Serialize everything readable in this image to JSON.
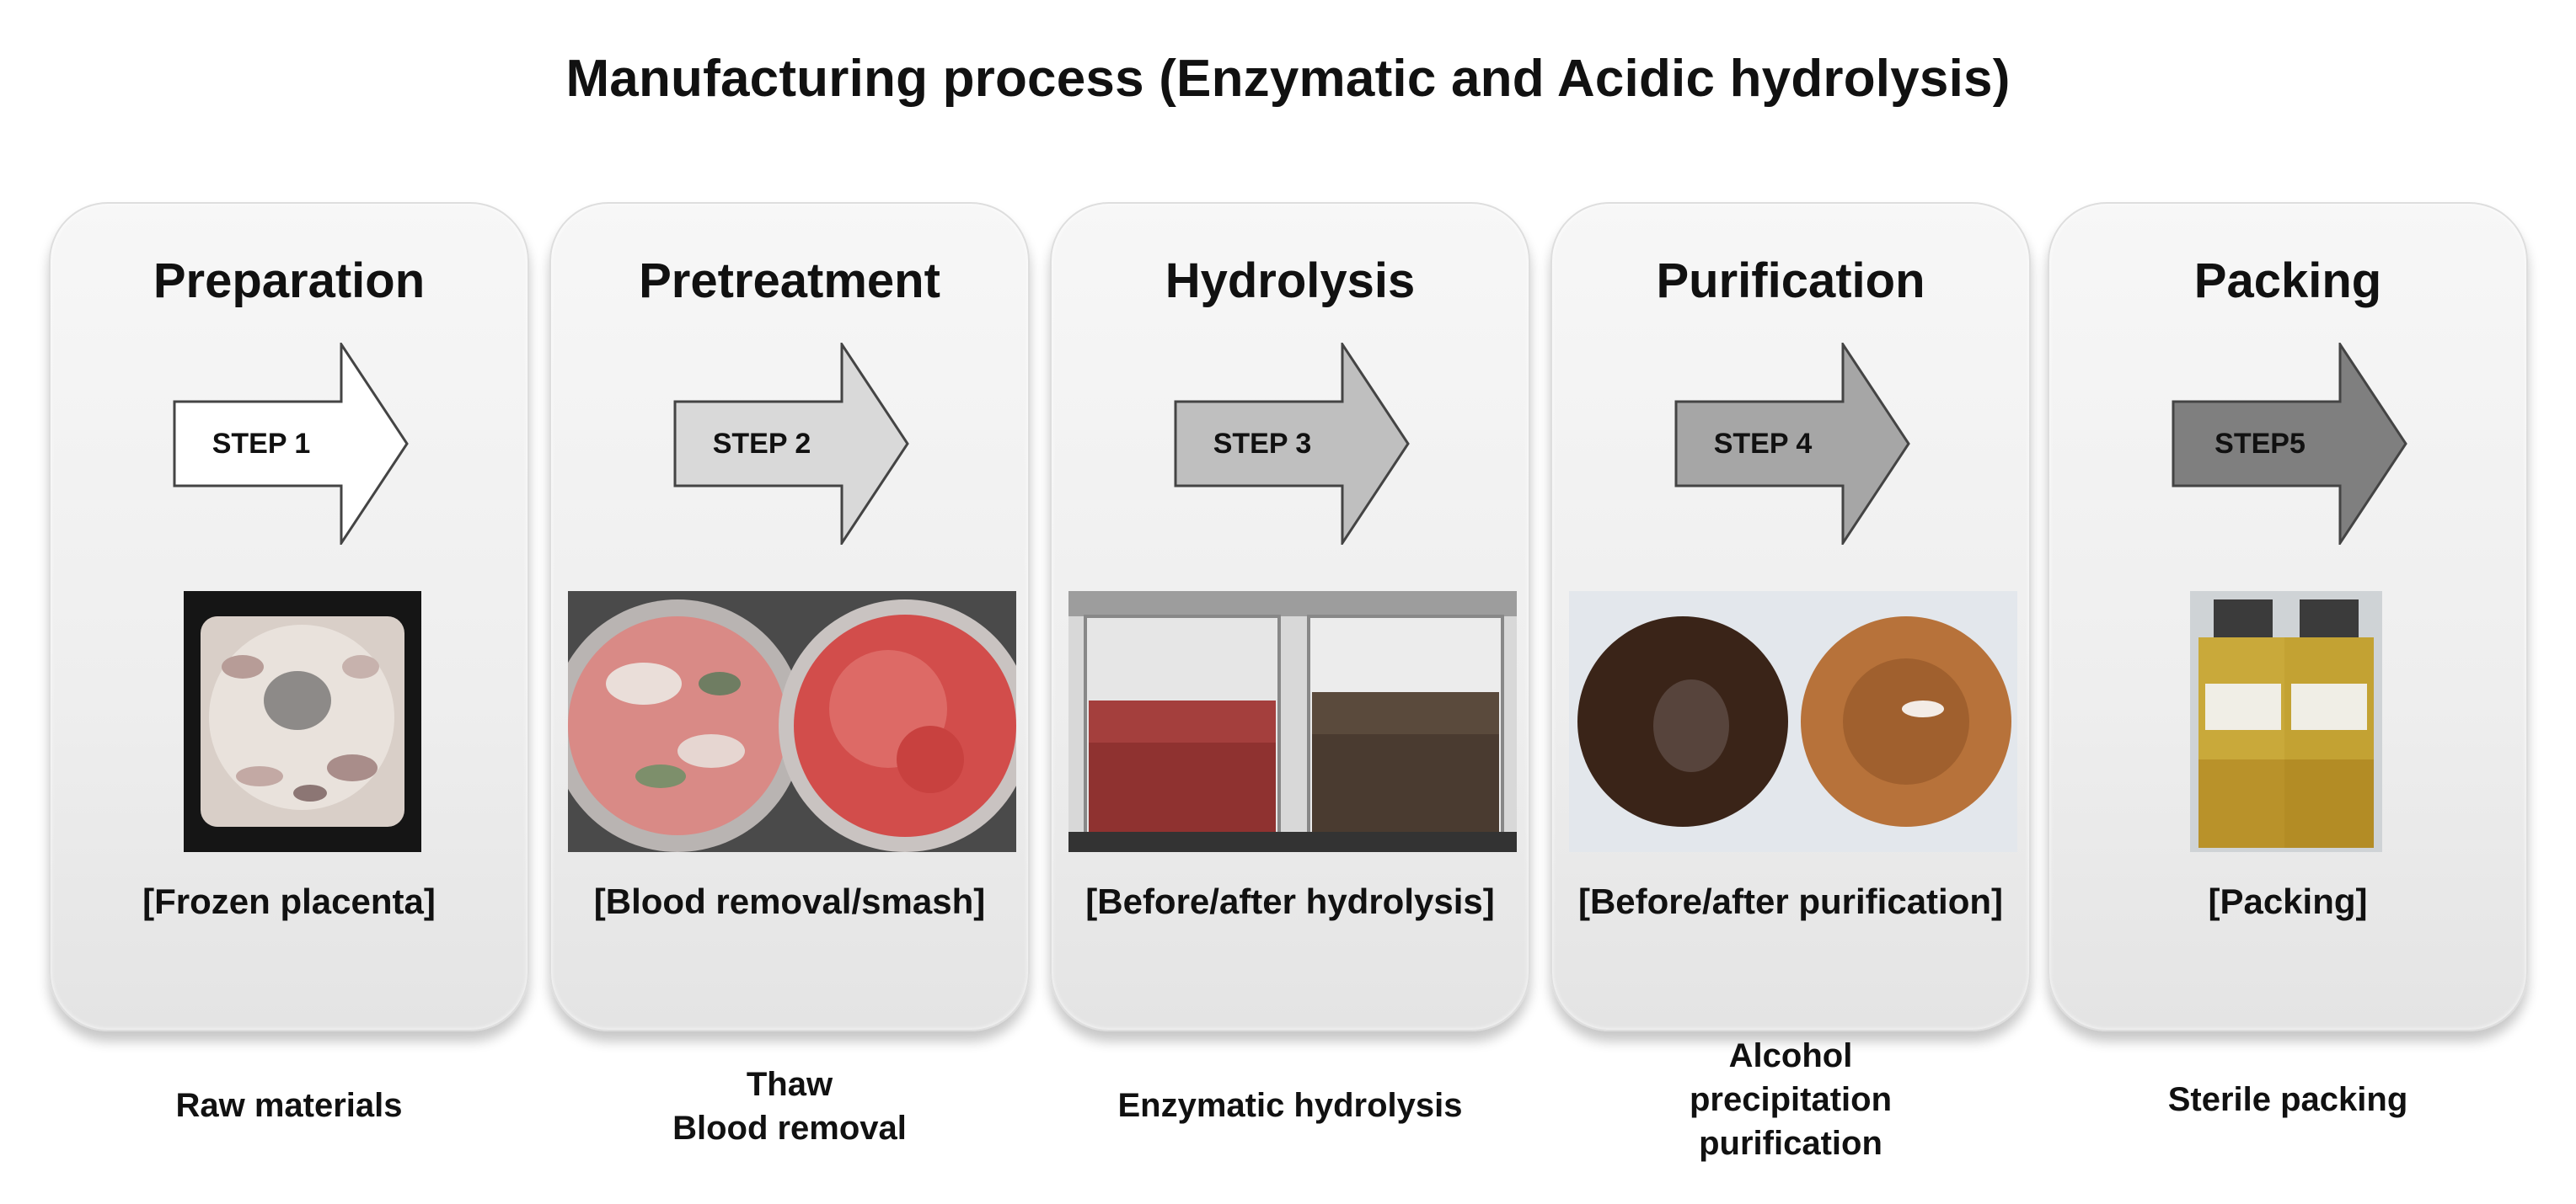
{
  "title": "Manufacturing process (Enzymatic and Acidic hydrolysis)",
  "colors": {
    "step1": "#ffffff",
    "step2": "#d9d9d9",
    "step3": "#bfbfbf",
    "step4": "#a6a6a6",
    "step5": "#7f7f7f",
    "arrow_stroke": "#444444"
  },
  "stages": [
    {
      "title": "Preparation",
      "step": "STEP 1",
      "caption": "[Frozen placenta]",
      "below": [
        "Raw materials"
      ],
      "photo": "frozen-placenta-photo"
    },
    {
      "title": "Pretreatment",
      "step": "STEP 2",
      "caption": "[Blood removal/smash]",
      "below": [
        "Thaw",
        "Blood removal"
      ],
      "photo": "blood-removal-photo"
    },
    {
      "title": "Hydrolysis",
      "step": "STEP 3",
      "caption": "[Before/after hydrolysis]",
      "below": [
        "Enzymatic hydrolysis"
      ],
      "photo": "hydrolysis-vessel-photo"
    },
    {
      "title": "Purification",
      "step": "STEP 4",
      "caption": "[Before/after purification]",
      "below": [
        "Alcohol",
        "precipitation",
        "purification"
      ],
      "photo": "purification-photo"
    },
    {
      "title": "Packing",
      "step": "STEP5",
      "caption": "[Packing]",
      "below": [
        "Sterile packing"
      ],
      "photo": "packing-vials-photo"
    }
  ]
}
